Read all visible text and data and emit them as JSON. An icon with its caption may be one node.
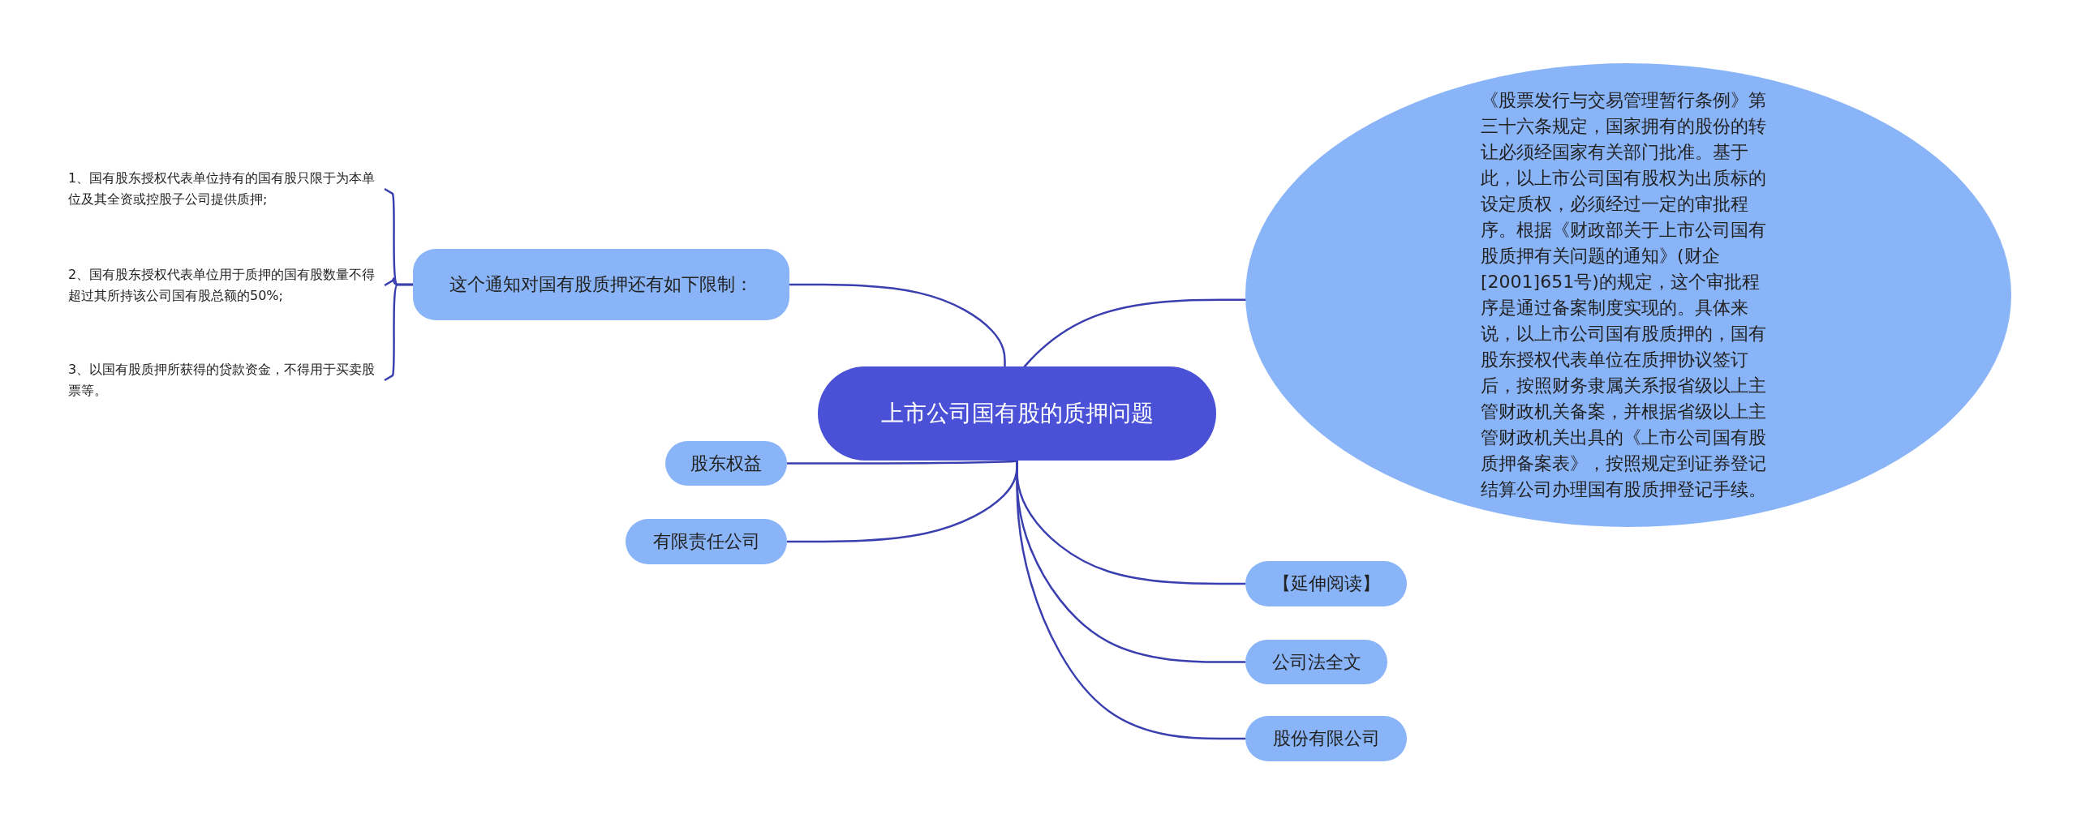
{
  "diagram": {
    "nodes": [
      {
        "text": [
          "上市公司国有股的质押问题"
        ]
      },
      {
        "text": [
          "这个通知对国有股质押还有如下限制："
        ]
      },
      {
        "text": [
          "1、国有股东授权代表单位持有的国有股只限于为本单位及其全资或控股子公司提供质押;"
        ]
      },
      {
        "text": [
          "2、国有股东授权代表单位用于质押的国有股数量不得超过其所持该公司国有股总额的50%;"
        ]
      },
      {
        "text": [
          "3、以国有股质押所获得的贷款资金，不得用于买卖股票等。"
        ]
      },
      {
        "text": [
          "股东权益"
        ]
      },
      {
        "text": [
          "有限责任公司"
        ]
      },
      {
        "text": [
          "《股票发行与交易管理暂行条例》第三十六条规定，国家拥有的股份的转让必须经国家有关部门批准。基于此，以上市公司国有股权为出质标的设定质权，必须经过一定的审批程序。根据《财政部关于上市公司国有股质押有关问题的通知》(财企[2001]651号)的规定，这个审批程序是通过备案制度实现的。具体来说，以上市公司国有股质押的，国有股东授权代表单位在质押协议签订后，按照财务隶属关系报省级以上主管财政机关备案，并根据省级以上主管财政机关出具的《上市公司国有股质押备案表》，按照规定到证券登记结算公司办理国有股质押登记手续。"
        ]
      },
      {
        "text": [
          "【延伸阅读】"
        ]
      },
      {
        "text": [
          "公司法全文"
        ]
      },
      {
        "text": [
          "股份有限公司"
        ]
      }
    ],
    "edges": [
      {
        "from": 0,
        "to": 1,
        "arrow": "none"
      },
      {
        "from": 1,
        "to": 2,
        "arrow": "none"
      },
      {
        "from": 1,
        "to": 3,
        "arrow": "none"
      },
      {
        "from": 1,
        "to": 4,
        "arrow": "none"
      },
      {
        "from": 0,
        "to": 5,
        "arrow": "none"
      },
      {
        "from": 0,
        "to": 6,
        "arrow": "none"
      },
      {
        "from": 0,
        "to": 7,
        "arrow": "none"
      },
      {
        "from": 0,
        "to": 8,
        "arrow": "none"
      },
      {
        "from": 0,
        "to": 9,
        "arrow": "none"
      },
      {
        "from": 0,
        "to": 10,
        "arrow": "none"
      }
    ]
  }
}
